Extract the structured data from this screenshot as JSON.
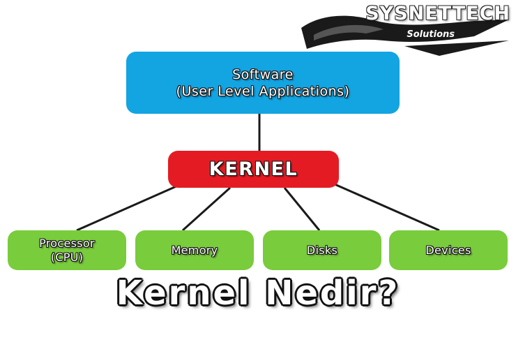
{
  "logo": {
    "name": "SYSNETTECH",
    "subtitle": "Solutions"
  },
  "diagram": {
    "software": {
      "line1": "Software",
      "line2": "(User Level Applications)"
    },
    "kernel": {
      "label": "KERNEL"
    },
    "leaves": {
      "cpu_line1": "Processor",
      "cpu_line2": "(CPU)",
      "memory": "Memory",
      "disks": "Disks",
      "devices": "Devices"
    }
  },
  "heading": "Kernel Nedir?",
  "colors": {
    "software": "#13a4e2",
    "kernel": "#e51b24",
    "leaf": "#79cc3c",
    "connector": "#1a1a1a"
  }
}
